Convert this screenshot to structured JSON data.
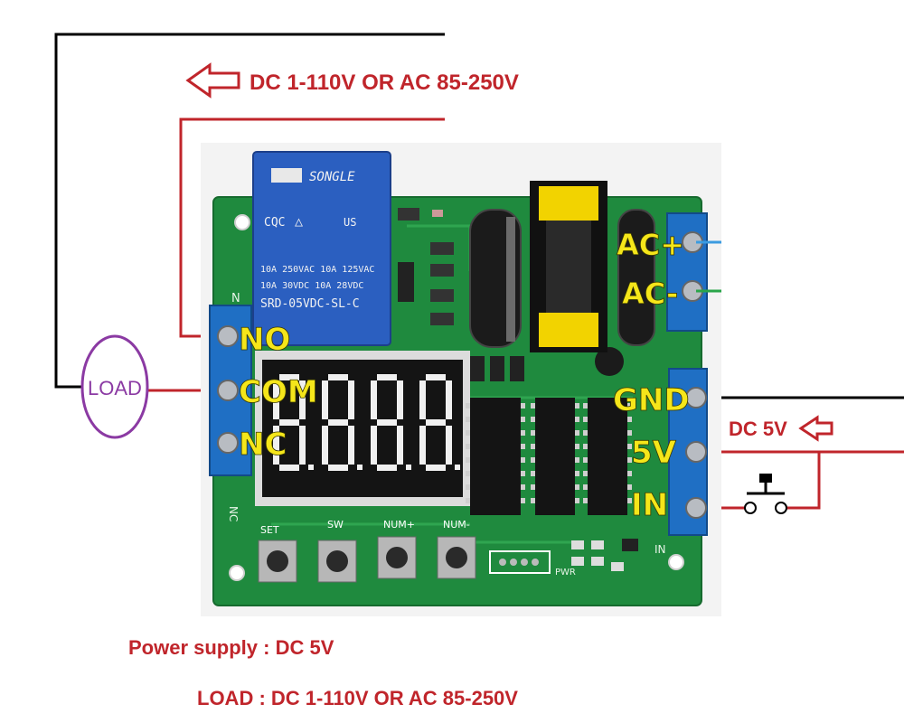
{
  "top_label": "DC 1-110V OR AC 85-250V",
  "load_circle": "LOAD",
  "relay": {
    "brand": "SONGLE",
    "cert_left": "CQC",
    "cert_right": "US",
    "rating_row1": "10A 250VAC  10A 125VAC",
    "rating_row2": "10A  30VDC  10A  28VDC",
    "model": "SRD-05VDC-SL-C"
  },
  "relay_terminals": [
    "NO",
    "COM",
    "NC"
  ],
  "ac_terminals": [
    "AC+",
    "AC-"
  ],
  "input_terminals": [
    "GND",
    "5V",
    "IN"
  ],
  "dc_input_label": "DC 5V",
  "buttons": [
    "SET",
    "SW",
    "NUM+",
    "NUM-"
  ],
  "pcb_side_labels": {
    "left_top": "N",
    "left_bottom": "NC",
    "right_bottom": "IN",
    "pwr": "PWR"
  },
  "footer": {
    "power_line": "Power supply :  DC 5V",
    "load_line": "LOAD  : DC 1-110V OR AC 85-250V"
  },
  "colors": {
    "wire_red": "#c0252b",
    "wire_black": "#000000",
    "pcb_green": "#1f8a3e",
    "terminal_blue": "#1f6fc4",
    "relay_blue": "#2b5fc0",
    "load_circle": "#8b3aa3",
    "label_yellow": "#f5e61a",
    "display_segment": "#f0f0f0"
  }
}
